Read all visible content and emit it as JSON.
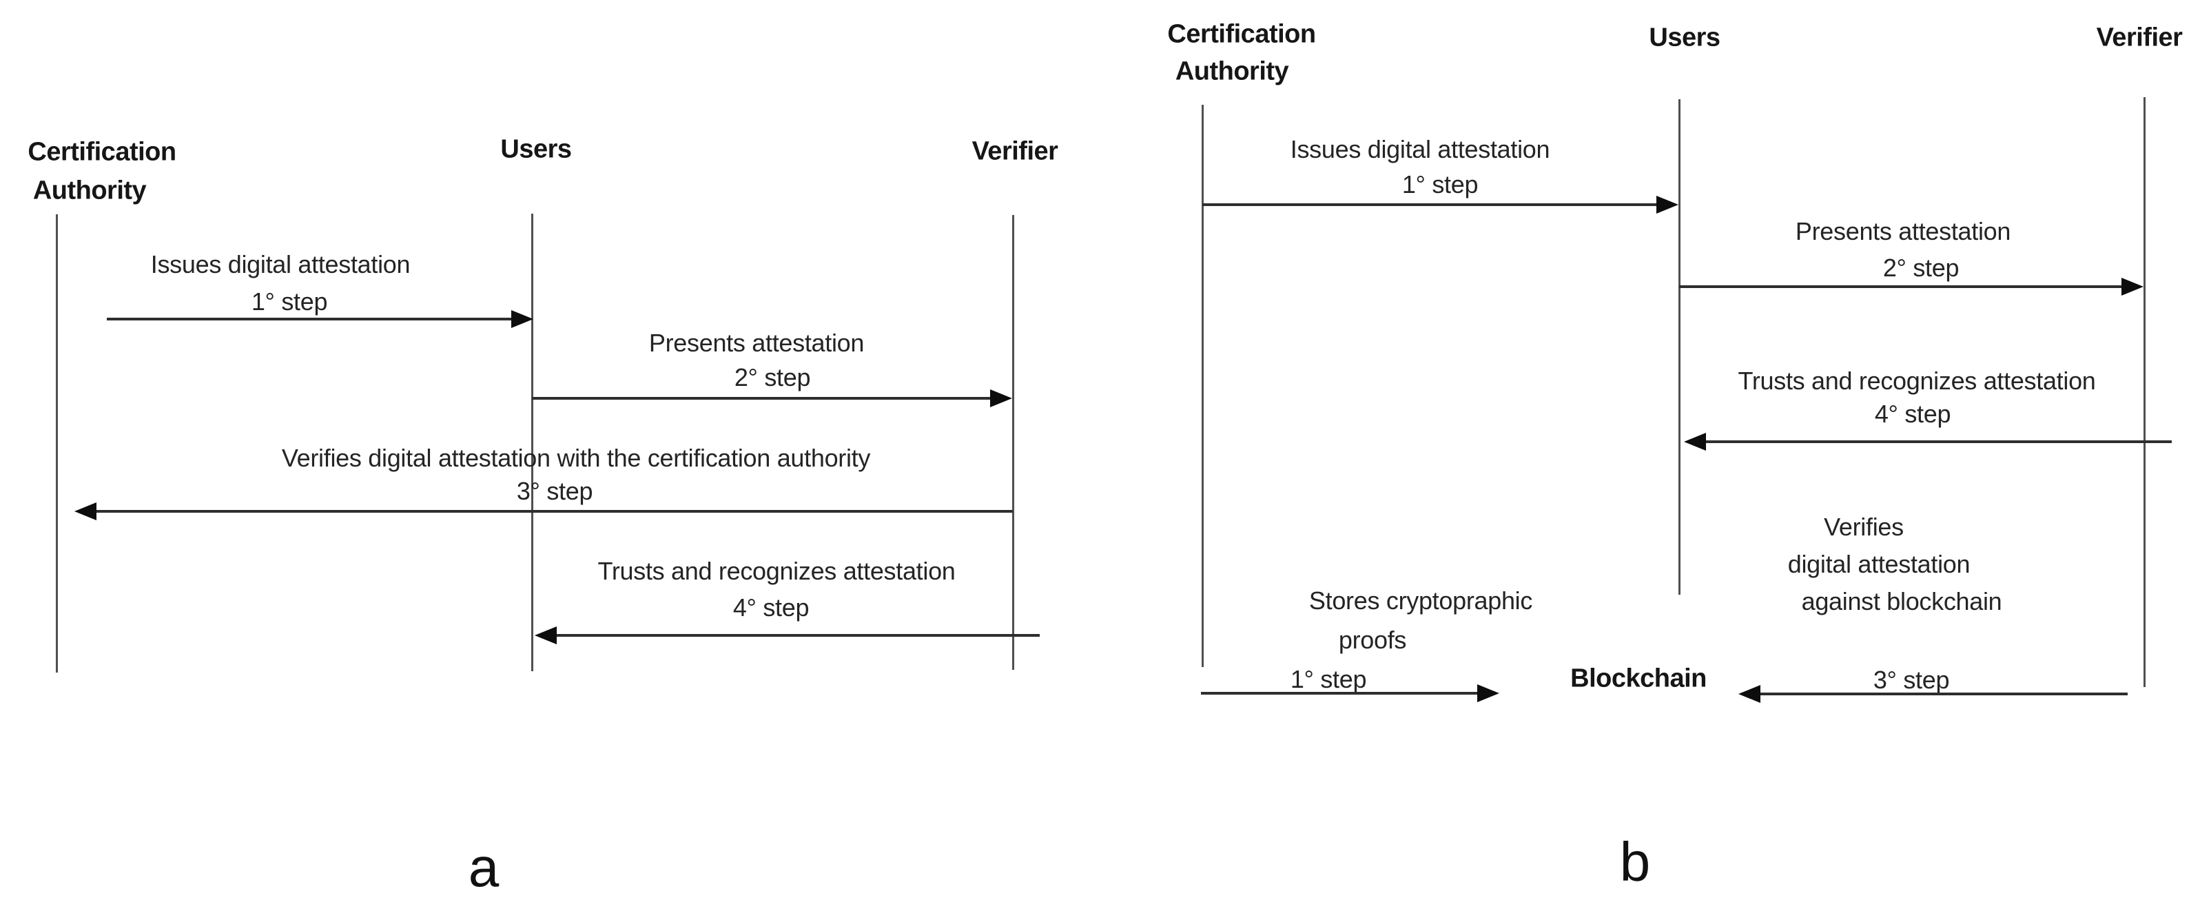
{
  "colors": {
    "background": "#ffffff",
    "text": "#242424",
    "actor_text": "#161616",
    "lifeline": "#4f4f4f",
    "arrow": "#2e2e2e"
  },
  "diagram_a": {
    "caption": "a",
    "actors": {
      "certification_authority": {
        "line1": "Certification",
        "line2": "Authority"
      },
      "users": {
        "label": "Users"
      },
      "verifier": {
        "label": "Verifier"
      }
    },
    "messages": {
      "m1": {
        "text": "Issues digital attestation",
        "step": "1° step"
      },
      "m2": {
        "text": "Presents attestation",
        "step": "2° step"
      },
      "m3": {
        "text": "Verifies digital attestation with the certification authority",
        "step": "3° step"
      },
      "m4": {
        "text": "Trusts and recognizes attestation",
        "step": "4° step"
      }
    }
  },
  "diagram_b": {
    "caption": "b",
    "actors": {
      "certification_authority": {
        "line1": "Certification",
        "line2": "Authority"
      },
      "users": {
        "label": "Users"
      },
      "verifier": {
        "label": "Verifier"
      },
      "blockchain": {
        "label": "Blockchain"
      }
    },
    "messages": {
      "m1": {
        "text": "Issues digital attestation",
        "step": "1° step"
      },
      "m2": {
        "text": "Presents attestation",
        "step": "2° step"
      },
      "m4": {
        "text": "Trusts and recognizes attestation",
        "step": "4° step"
      },
      "verify_note": {
        "line1": "Verifies",
        "line2": "digital attestation",
        "line3": "against blockchain"
      },
      "store": {
        "line1": "Stores cryptopraphic",
        "line2": "proofs",
        "step": "1° step"
      },
      "m3": {
        "step": "3° step"
      }
    }
  }
}
